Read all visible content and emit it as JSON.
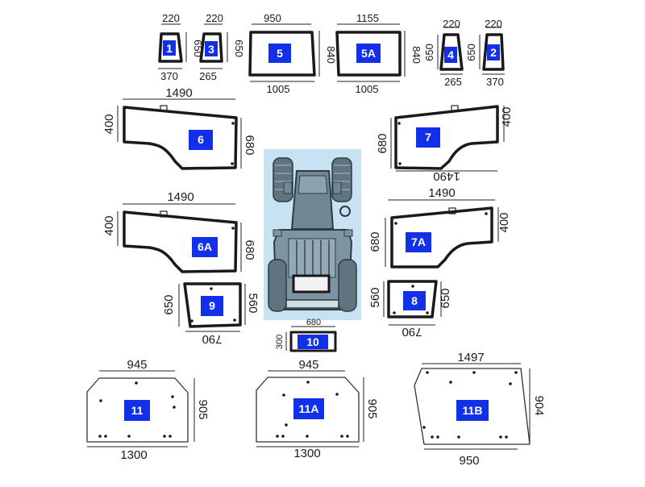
{
  "panels": {
    "p1": {
      "label": "1",
      "dims": [
        "220",
        "650",
        "370"
      ]
    },
    "p3": {
      "label": "3",
      "dims": [
        "220",
        "650",
        "265"
      ]
    },
    "p5": {
      "label": "5",
      "dims": [
        "950",
        "840",
        "1005"
      ]
    },
    "p5a": {
      "label": "5A",
      "dims": [
        "1155",
        "840",
        "1005"
      ]
    },
    "p4": {
      "label": "4",
      "dims": [
        "220",
        "650",
        "265"
      ]
    },
    "p2": {
      "label": "2",
      "dims": [
        "220",
        "650",
        "370"
      ]
    },
    "p6": {
      "label": "6",
      "dims": [
        "1490",
        "400",
        "680"
      ]
    },
    "p7": {
      "label": "7",
      "dims": [
        "400",
        "680",
        "1490"
      ]
    },
    "p6a": {
      "label": "6A",
      "dims": [
        "1490",
        "400",
        "680"
      ]
    },
    "p7a": {
      "label": "7A",
      "dims": [
        "1490",
        "680",
        "400"
      ]
    },
    "p9": {
      "label": "9",
      "dims": [
        "650",
        "560",
        "790"
      ]
    },
    "p8": {
      "label": "8",
      "dims": [
        "560",
        "650",
        "790"
      ]
    },
    "p10": {
      "label": "10",
      "dims": [
        "680",
        "300"
      ]
    },
    "p11": {
      "label": "11",
      "dims": [
        "945",
        "905",
        "1300"
      ]
    },
    "p11a": {
      "label": "11A",
      "dims": [
        "945",
        "905",
        "1300"
      ]
    },
    "p11b": {
      "label": "11B",
      "dims": [
        "1497",
        "904",
        "950"
      ]
    }
  },
  "colors": {
    "badge": "#1230e8",
    "tractor_bg": "#c7e2f3",
    "tractor_body": "#6f8896",
    "tractor_dark": "#3c4f5a"
  }
}
